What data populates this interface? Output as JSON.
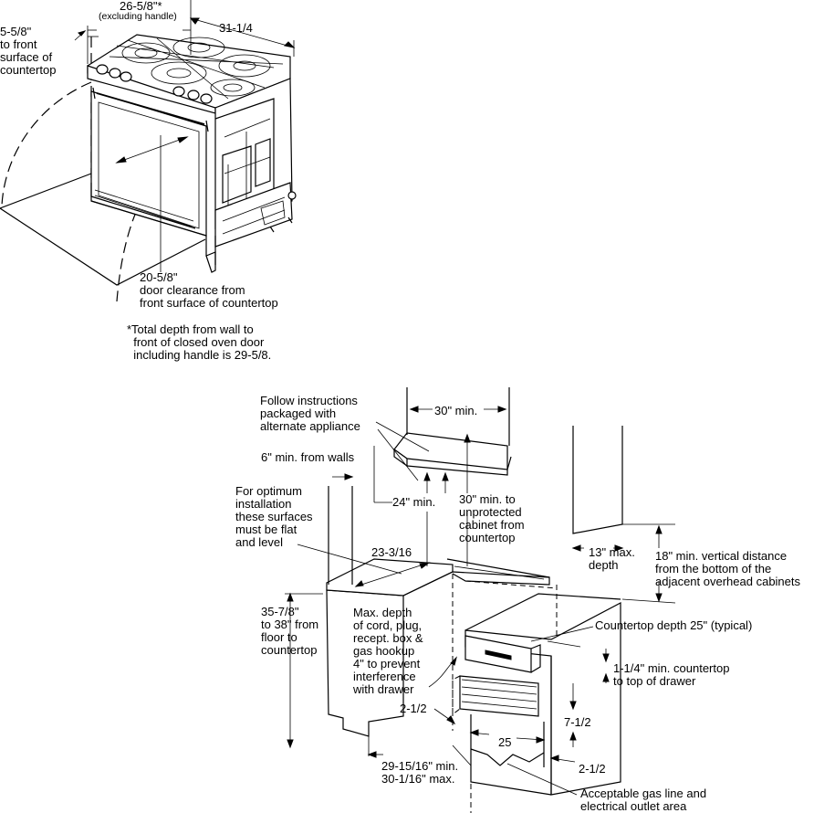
{
  "labels": {
    "width_main": "26-5/8\"*",
    "width_sub": "(excluding handle)",
    "depth_top": "31-1/4",
    "front_offset": "5-5/8\"\nto front\nsurface of\ncountertop",
    "door_clearance": "20-5/8\"\ndoor clearance from\nfront surface of countertop",
    "total_depth_note": "*Total depth from wall to\n  front of closed oven door\n  including handle is 29-5/8.",
    "follow_instructions": "Follow instructions\npackaged with\nalternate appliance",
    "hood_width": "30\" min.",
    "wall_clearance": "6\" min. from walls",
    "hood_height_24": "24\" min.",
    "hood_height_30": "30\" min. to\nunprotected\ncabinet from\ncountertop",
    "flat_surfaces": "For optimum\ninstallation\nthese surfaces\nmust be flat\nand level",
    "cabinet_depth": "13\" max.\ndepth",
    "vertical_distance": "18\" min. vertical distance\nfrom the bottom of the\nadjacent overhead cabinets",
    "cutout_depth": "23-3/16",
    "countertop_height": "35-7/8\"\nto 38\" from\nfloor to\ncountertop",
    "max_depth_cord": "Max. depth\nof cord, plug,\nrecept. box &\ngas hookup\n4\" to prevent\ninterference\nwith drawer",
    "countertop_depth": "Countertop depth 25\" (typical)",
    "drawer_clearance": "1-1/4\" min. countertop\nto top of drawer",
    "side_2_1_2_left": "2-1/2",
    "height_7_1_2": "7-1/2",
    "width_25": "25",
    "side_2_1_2_right": "2-1/2",
    "cutout_width": "29-15/16\" min.\n30-1/16\" max.",
    "gas_line_area": "Acceptable gas line and\nelectrical outlet area"
  }
}
